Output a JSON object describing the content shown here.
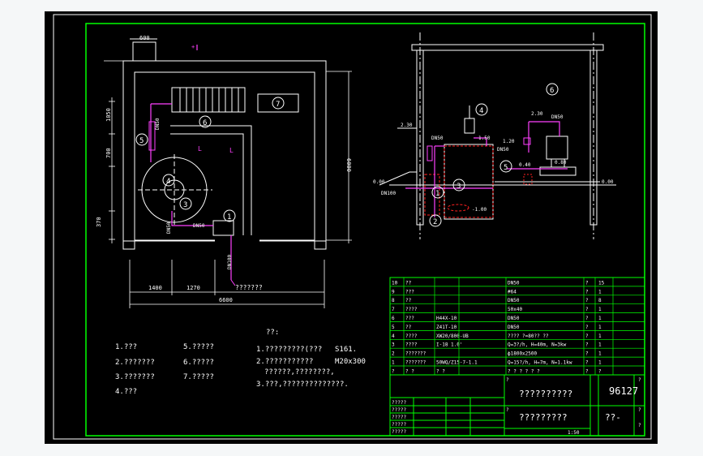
{
  "colors": {
    "canvas": "#000000",
    "border": "#00ff00",
    "white": "#ffffff",
    "magenta": "#ff40ff",
    "red": "#ff2020",
    "yellow": "#ffff00",
    "dim": "#ff60ff",
    "frame_outer": "#f5f7f8"
  },
  "plan": {
    "dim_top": "600",
    "dim_left_1": "1050",
    "dim_left_2": "700",
    "dim_left_3": "370",
    "dim_right": "6000",
    "dim_bottom_1": "1400",
    "dim_bottom_2": "1270",
    "dim_bottom_total": "6600",
    "pipe_dn50_a": "DN50",
    "pipe_dn50_b": "DN50",
    "pipe_dn100": "DN100",
    "pipe_note": "???????",
    "callout_1": "1",
    "callout_3": "3",
    "callout_4": "4",
    "callout_5": "5",
    "callout_6": "6",
    "callout_7": "7"
  },
  "section": {
    "lvl_230_left": "2.30",
    "lvl_230_right": "2.30",
    "lvl_120": "1.20",
    "lvl_150": "1.50",
    "lvl_000_left": "0.00",
    "lvl_000_right": "0.00",
    "lvl_040": "0.40",
    "lvl_080": "0.80",
    "lvl_neg_100": "-1.00",
    "dn50_a": "DN50",
    "dn50_b": "DN50",
    "dn50_c": "DN50",
    "dn100": "DN100",
    "callout_1": "1",
    "callout_2": "2",
    "callout_3": "3",
    "callout_4": "4",
    "callout_5": "5",
    "callout_6": "6"
  },
  "legend": {
    "item1": "1.???",
    "item2": "2.???????",
    "item3": "3.???????",
    "item4": "4.???",
    "item5": "5.?????",
    "item6": "6.?????",
    "item7": "7.?????"
  },
  "notes": {
    "title": "??:",
    "line1_a": "1.?????????(???",
    "line1_b": "S161.",
    "line2_a": "2.???????????",
    "line2_b": "M20x300",
    "line2_c": "??????,????????,",
    "line3": "3.???,??????????????."
  },
  "parts_table": {
    "rows": [
      {
        "no": "10",
        "name": "??",
        "model": "",
        "spec": "DN50",
        "unit": "?",
        "qty": "15"
      },
      {
        "no": "9",
        "name": "???",
        "model": "",
        "spec": "#64",
        "unit": "?",
        "qty": "1"
      },
      {
        "no": "8",
        "name": "??",
        "model": "",
        "spec": "DN50",
        "unit": "?",
        "qty": "8"
      },
      {
        "no": "7",
        "name": "????",
        "model": "",
        "spec": "50x40",
        "unit": "?",
        "qty": "1"
      },
      {
        "no": "6",
        "name": "???",
        "model": "H44X-10",
        "spec": "DN50",
        "unit": "?",
        "qty": "1"
      },
      {
        "no": "5",
        "name": "??",
        "model": "Z41T-10",
        "spec": "DN50",
        "unit": "?",
        "qty": "1"
      },
      {
        "no": "4",
        "name": "????",
        "model": "XW20/800-UB",
        "spec": "???? ?=80?? ??",
        "unit": "?",
        "qty": "1"
      },
      {
        "no": "3",
        "name": "????",
        "model": "I-18 1.0'",
        "spec": "Q=3?/h, H=40m, N=3kw",
        "unit": "?",
        "qty": "1"
      },
      {
        "no": "2",
        "name": "???????",
        "model": "",
        "spec": "ф1800x2500",
        "unit": "?",
        "qty": "1"
      },
      {
        "no": "1",
        "name": "???????",
        "model": "50WQ/Z15-7-1.1",
        "spec": "Q=15?/h, H=7m, N=1.1kw",
        "unit": "?",
        "qty": "1"
      }
    ],
    "header": {
      "no": "?",
      "name": "?    ?",
      "model": "?    ?",
      "spec": "?  ?  ?  ?  ?  ?",
      "unit": "?",
      "qty": "?",
      "note": "?"
    }
  },
  "title_block": {
    "drawing_title": "??????????",
    "drawing_no": "96127",
    "project": "?????????",
    "sheet": "??-",
    "scale": "1:50",
    "small": "?",
    "rows": [
      "?????",
      "?????",
      "?????",
      "?????",
      "?????"
    ]
  }
}
